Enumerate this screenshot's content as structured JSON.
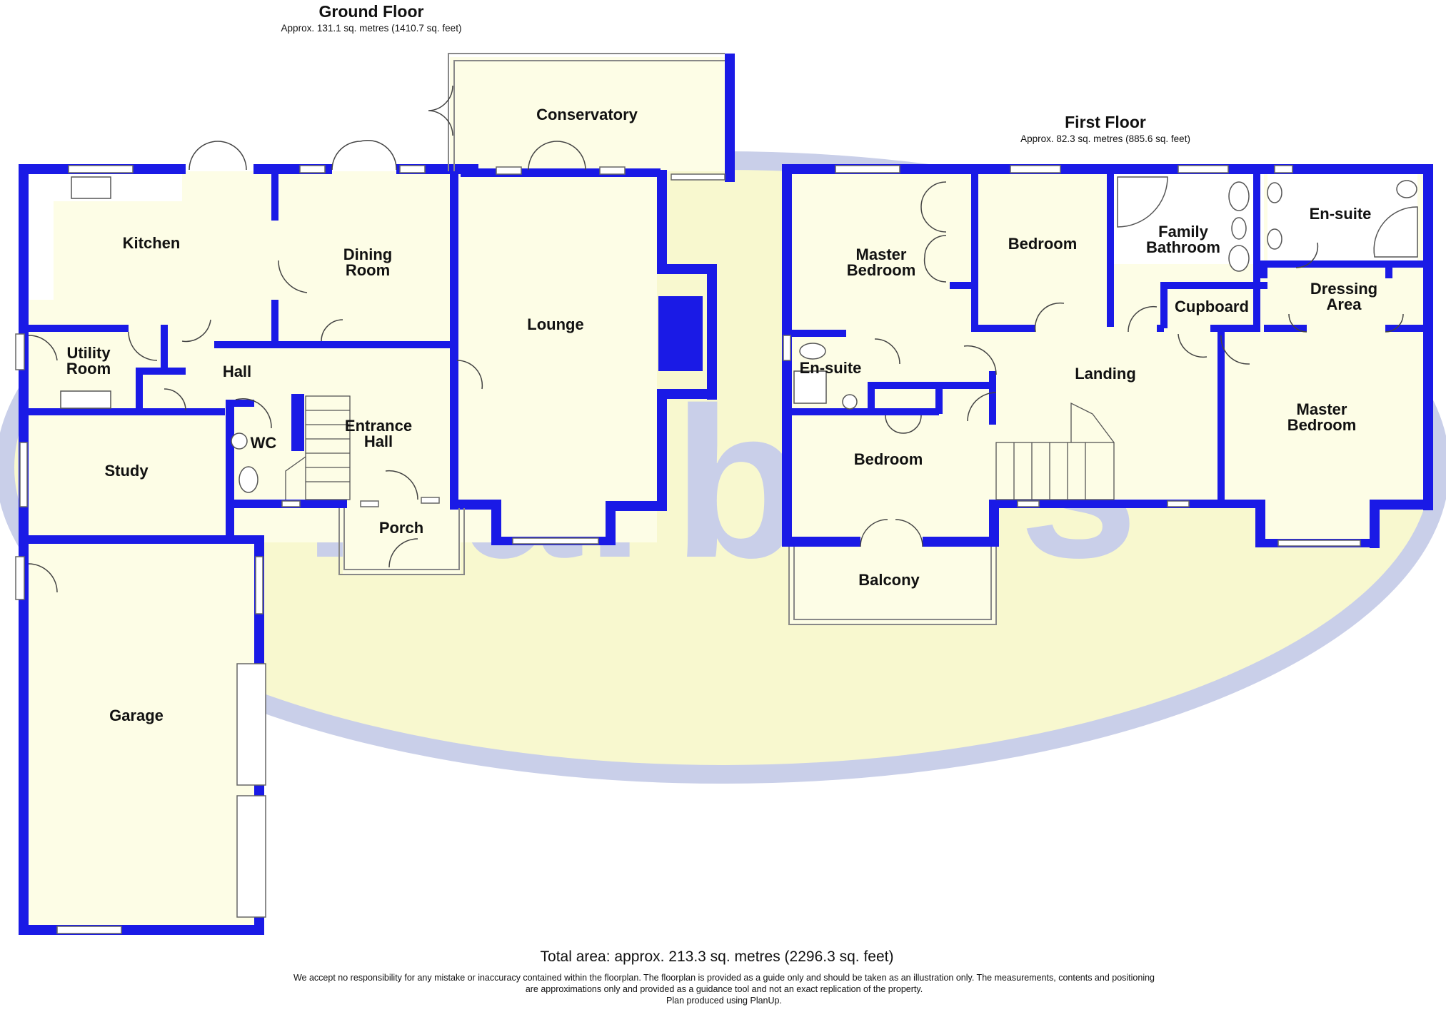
{
  "watermark": "Barbers",
  "ground_floor": {
    "title": "Ground Floor",
    "area": "Approx. 131.1 sq. metres (1410.7 sq. feet)",
    "rooms": {
      "kitchen": "Kitchen",
      "dining_room_1": "Dining",
      "dining_room_2": "Room",
      "conservatory": "Conservatory",
      "lounge": "Lounge",
      "utility_1": "Utility",
      "utility_2": "Room",
      "hall": "Hall",
      "entrance_hall_1": "Entrance",
      "entrance_hall_2": "Hall",
      "wc": "WC",
      "study": "Study",
      "porch": "Porch",
      "garage": "Garage"
    }
  },
  "first_floor": {
    "title": "First Floor",
    "area": "Approx. 82.3 sq. metres (885.6 sq. feet)",
    "rooms": {
      "master_bedroom_left_1": "Master",
      "master_bedroom_left_2": "Bedroom",
      "bedroom_top": "Bedroom",
      "family_bathroom_1": "Family",
      "family_bathroom_2": "Bathroom",
      "ensuite_right": "En-suite",
      "cupboard": "Cupboard",
      "dressing_area_1": "Dressing",
      "dressing_area_2": "Area",
      "ensuite_left": "En-suite",
      "landing": "Landing",
      "master_bedroom_right_1": "Master",
      "master_bedroom_right_2": "Bedroom",
      "bedroom_bottom": "Bedroom",
      "balcony": "Balcony"
    }
  },
  "footer": {
    "total": "Total area: approx. 213.3 sq. metres (2296.3 sq. feet)",
    "disclaimer_1": "We accept no responsibility for any mistake or inaccuracy contained within the floorplan. The floorplan is provided as a guide only and should be taken as an illustration only. The measurements, contents and positioning",
    "disclaimer_2": "are approximations only and provided as a guidance tool and not an exact replication of the property.",
    "disclaimer_3": "Plan produced using PlanUp."
  },
  "colors": {
    "wall": "#1a1ae6",
    "floor_fill": "#fdfde6",
    "watermark_ring": "#c9cfe9",
    "watermark_fill": "#f8f8cf"
  }
}
